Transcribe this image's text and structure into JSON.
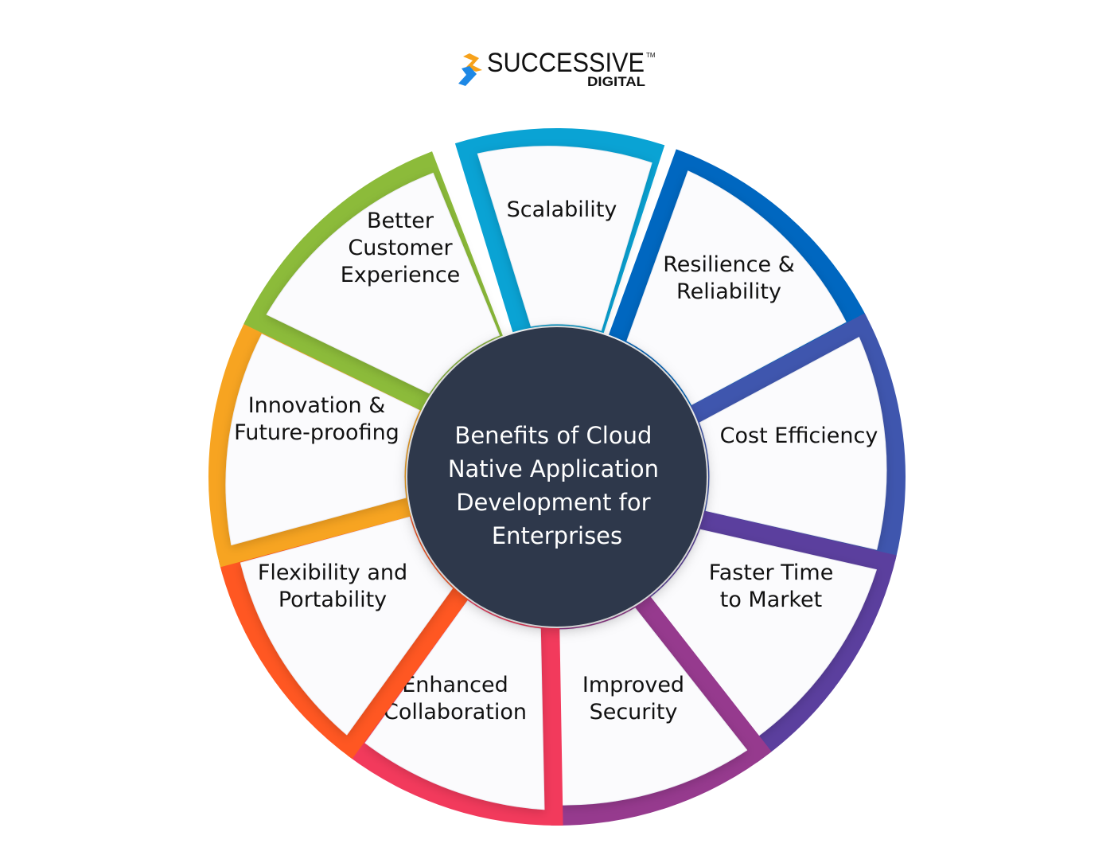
{
  "brand": {
    "name": "SUCCESSIVE",
    "tm": "TM",
    "sub": "DIGITAL",
    "icon": "successive-logo-icon",
    "colors": {
      "orange": "#F7A21B",
      "blue": "#1E88E5"
    }
  },
  "center": {
    "lines": [
      "Benefits of Cloud",
      "Native Application",
      "Development for",
      "Enterprises"
    ],
    "color": "#2E374C"
  },
  "segments": [
    {
      "id": "scalability",
      "lines": [
        "Scalability"
      ],
      "color": "#0AA3D4"
    },
    {
      "id": "resilience",
      "lines": [
        "Resilience &",
        "Reliability"
      ],
      "color": "#0067C0"
    },
    {
      "id": "cost",
      "lines": [
        "Cost Efficiency"
      ],
      "color": "#3F56AE"
    },
    {
      "id": "faster",
      "lines": [
        "Faster Time",
        "to Market"
      ],
      "color": "#5B3F9E"
    },
    {
      "id": "security",
      "lines": [
        "Improved",
        "Security"
      ],
      "color": "#963A8E"
    },
    {
      "id": "collab",
      "lines": [
        "Enhanced",
        "Collaboration"
      ],
      "color": "#F23A5C"
    },
    {
      "id": "flex",
      "lines": [
        "Flexibility and",
        "Portability"
      ],
      "color": "#FF5722"
    },
    {
      "id": "innovation",
      "lines": [
        "Innovation &",
        "Future-proofing"
      ],
      "color": "#F7A421"
    },
    {
      "id": "customer",
      "lines": [
        "Better",
        "Customer",
        "Experience"
      ],
      "color": "#8CBB3A"
    }
  ]
}
